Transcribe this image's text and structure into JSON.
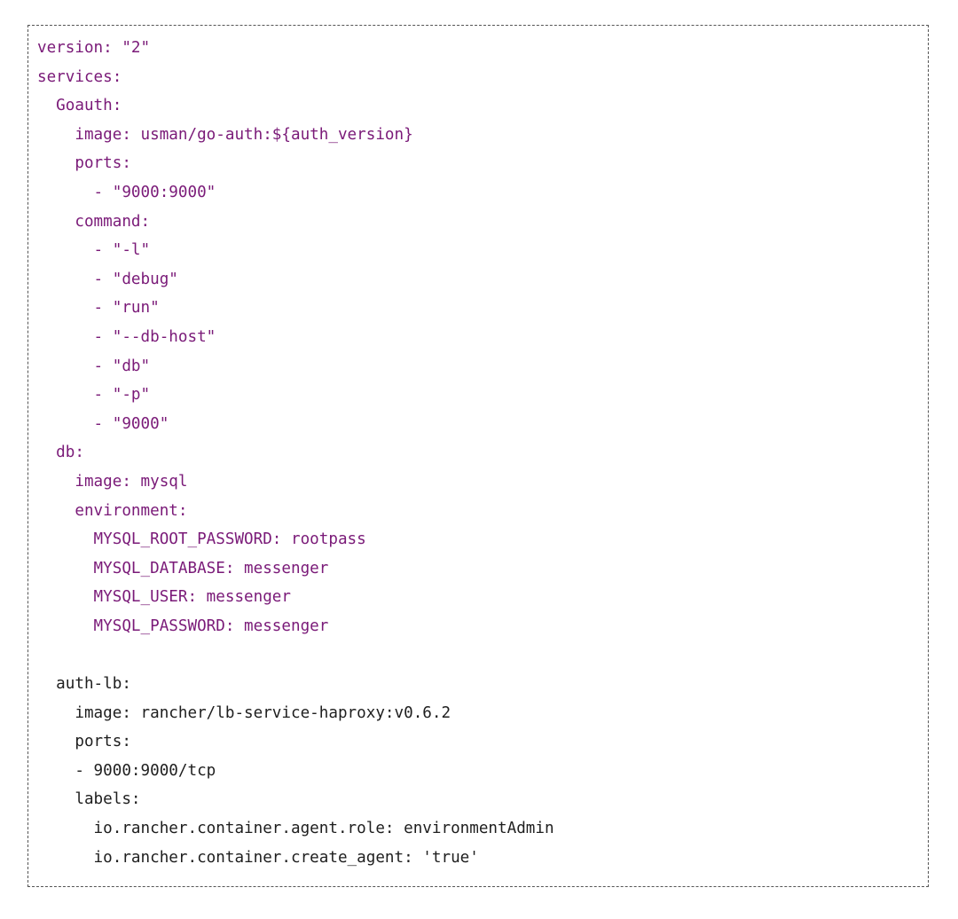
{
  "colors": {
    "compose_text": "#7a1a78",
    "plain_text": "#1e1e1e",
    "border": "#555555"
  },
  "code_lines": [
    {
      "text": "version: \"2\"",
      "tone": "purple"
    },
    {
      "text": "services:",
      "tone": "purple"
    },
    {
      "text": "  Goauth:",
      "tone": "purple"
    },
    {
      "text": "    image: usman/go-auth:${auth_version}",
      "tone": "purple"
    },
    {
      "text": "    ports:",
      "tone": "purple"
    },
    {
      "text": "      - \"9000:9000\"",
      "tone": "purple"
    },
    {
      "text": "    command:",
      "tone": "purple"
    },
    {
      "text": "      - \"-l\"",
      "tone": "purple"
    },
    {
      "text": "      - \"debug\"",
      "tone": "purple"
    },
    {
      "text": "      - \"run\"",
      "tone": "purple"
    },
    {
      "text": "      - \"--db-host\"",
      "tone": "purple"
    },
    {
      "text": "      - \"db\"",
      "tone": "purple"
    },
    {
      "text": "      - \"-p\"",
      "tone": "purple"
    },
    {
      "text": "      - \"9000\"",
      "tone": "purple"
    },
    {
      "text": "  db:",
      "tone": "purple"
    },
    {
      "text": "    image: mysql",
      "tone": "purple"
    },
    {
      "text": "    environment:",
      "tone": "purple"
    },
    {
      "text": "      MYSQL_ROOT_PASSWORD: rootpass",
      "tone": "purple"
    },
    {
      "text": "      MYSQL_DATABASE: messenger",
      "tone": "purple"
    },
    {
      "text": "      MYSQL_USER: messenger",
      "tone": "purple"
    },
    {
      "text": "      MYSQL_PASSWORD: messenger",
      "tone": "purple"
    },
    {
      "text": "",
      "tone": "purple"
    },
    {
      "text": "  auth-lb:",
      "tone": "dark"
    },
    {
      "text": "    image: rancher/lb-service-haproxy:v0.6.2",
      "tone": "dark"
    },
    {
      "text": "    ports:",
      "tone": "dark"
    },
    {
      "text": "    - 9000:9000/tcp",
      "tone": "dark"
    },
    {
      "text": "    labels:",
      "tone": "dark"
    },
    {
      "text": "      io.rancher.container.agent.role: environmentAdmin",
      "tone": "dark"
    },
    {
      "text": "      io.rancher.container.create_agent: 'true'",
      "tone": "dark"
    }
  ]
}
